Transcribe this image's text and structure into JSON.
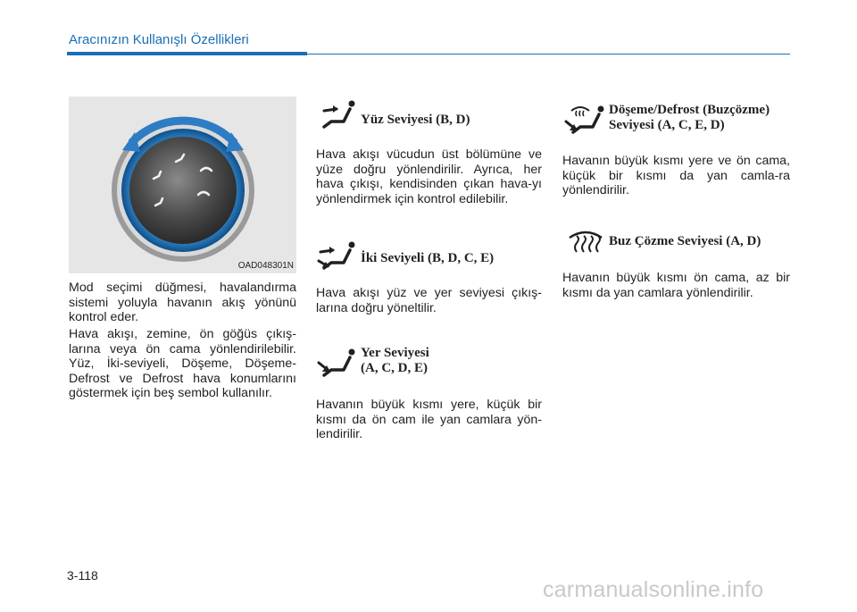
{
  "header": {
    "title": "Aracınızın Kullanışlı Özellikleri"
  },
  "figure": {
    "caption": "OAD048301N"
  },
  "col1": {
    "p1": "Mod seçimi düğmesi, havalandırma sistemi yoluyla havanın akış yönünü kontrol eder.",
    "p2": "Hava akışı, zemine, ön göğüs çıkış-larına veya ön cama yönlendirilebilir. Yüz, İki-seviyeli, Döşeme, Döşeme-Defrost ve Defrost hava konumlarını göstermek için beş sembol kullanılır."
  },
  "col2": {
    "face": {
      "title": "Yüz Seviyesi (B, D)",
      "icon": "face-level-icon",
      "text": "Hava akışı vücudun üst bölümüne ve yüze doğru yönlendirilir. Ayrıca, her hava çıkışı, kendisinden çıkan hava-yı yönlendirmek için kontrol edilebilir."
    },
    "bilevel": {
      "title": "İki Seviyeli (B, D, C, E)",
      "icon": "bi-level-icon",
      "text": "Hava akışı yüz ve yer seviyesi çıkış-larına doğru yöneltilir."
    },
    "floor": {
      "title_line1": "Yer Seviyesi",
      "title_line2": "(A, C, D, E)",
      "icon": "floor-level-icon",
      "text": "Havanın büyük kısmı yere, küçük bir kısmı da ön cam ile yan camlara yön-lendirilir."
    }
  },
  "col3": {
    "floordef": {
      "title_line1": "Döşeme/Defrost (Buzçözme)",
      "title_line2": "Seviyesi (A, C, E, D)",
      "icon": "floor-defrost-icon",
      "text": "Havanın büyük kısmı yere ve ön cama, küçük bir kısmı da yan camla-ra yönlendirilir."
    },
    "defrost": {
      "title": "Buz Çözme Seviyesi (A, D)",
      "icon": "defrost-icon",
      "text": "Havanın büyük kısmı ön cama, az bir kısmı da yan camlara yönlendirilir."
    }
  },
  "footer": {
    "page_number": "3-118",
    "watermark": "carmanualsonline.info"
  },
  "colors": {
    "accent": "#1a6fb5",
    "text": "#231f20"
  }
}
